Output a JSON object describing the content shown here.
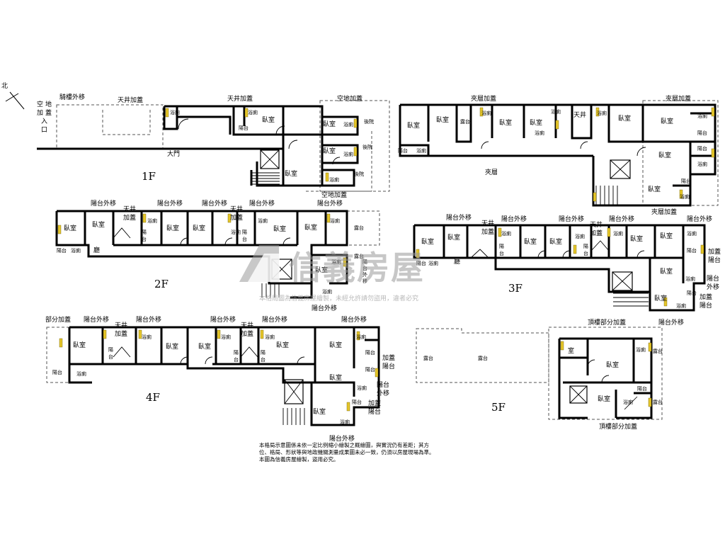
{
  "compass": {
    "label": "北"
  },
  "floors": [
    "1F",
    "2F",
    "3F",
    "4F",
    "5F"
  ],
  "f1": {
    "arcade": "騎樓外移",
    "courtyard": "天井加蓋",
    "courtyard2": "天井加蓋",
    "vacant1": "空地加蓋",
    "vacant2": "空地加蓋",
    "entrance": [
      "空",
      "地",
      "加",
      "蓋",
      "入",
      "口"
    ],
    "gate": "大門",
    "bedroom": "臥室",
    "balcony": "陽台",
    "bath": "浴廁",
    "backyard": "後院"
  },
  "mezz": {
    "add1": "夾層加蓋",
    "add2": "夾層加蓋",
    "add3": "夾層加蓋",
    "hall": "夾層",
    "bedroom": "臥室",
    "bath": "浴廁",
    "balcony": "陽台",
    "terrace": "露台",
    "courtyard": "天井"
  },
  "f2": {
    "balcony_ext": "陽台外移",
    "courtyard": [
      "天井",
      "加蓋"
    ],
    "bedroom": "臥室",
    "bath": "浴廁",
    "balcony": "陽台",
    "living": "廳",
    "terrace": "露台",
    "balcony_v": [
      "陽",
      "台"
    ],
    "ext_v": [
      "陽",
      "台",
      "外",
      "移"
    ]
  },
  "f3": {
    "balcony_ext": "陽台外移",
    "courtyard": [
      "天井",
      "加蓋"
    ],
    "bedroom": "臥室",
    "bath": "浴廁",
    "balcony": "陽台",
    "living": "廳",
    "add_bal": [
      "加蓋",
      "陽台"
    ],
    "ext": [
      "陽台",
      "外移"
    ],
    "add": "加蓋",
    "balcony_v": [
      "陽",
      "台"
    ]
  },
  "f4": {
    "partial": "部分加蓋",
    "balcony_ext": "陽台外移",
    "courtyard": [
      "天井",
      "加蓋"
    ],
    "bedroom": "臥室",
    "bath": "浴廁",
    "balcony": "陽台",
    "add_bal": [
      "加蓋",
      "陽台"
    ],
    "ext": [
      "陽台",
      "外移"
    ],
    "balcony_v": [
      "陽",
      "台"
    ]
  },
  "f5": {
    "roof_top": "頂樓部分加蓋",
    "roof_bottom": "頂樓部分加蓋",
    "terrace": "露台",
    "room": "室",
    "bedroom": "臥室",
    "bath": "浴廁",
    "balcony": "陽台"
  },
  "watermark": {
    "brand": "信義房屋",
    "notice": "本格局圖為信義房屋繪製，未經允許請勿盜用，違者必究"
  },
  "disclaimer": [
    "本格局示意圖係未依一定比例縮小繪製之概繪圖，與實況仍有差距；其方",
    "位、格局、形狀等與地政機關測量成果圖未必一致，仍須以房屋現場為準。",
    "本圖為信義房屋繪製，盜用必究。"
  ],
  "colors": {
    "wall": "#000000",
    "window": "#e5c62a",
    "watermark": "#9b9b9b"
  }
}
